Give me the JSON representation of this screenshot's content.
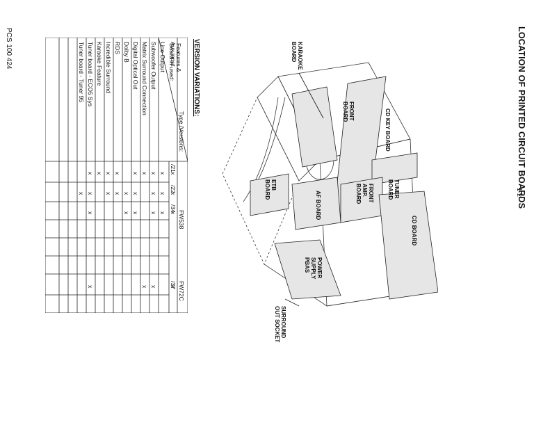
{
  "page": {
    "page_number": "1-2",
    "title": "LOCATION OF PRINTED CIRCUIT BOARDS",
    "footer_code": "PCS 100 424"
  },
  "diagram": {
    "callouts": {
      "karaoke": "KARAOKE\nBOARD",
      "surround": "SURROUND\nOUT SOCKET"
    },
    "boards": {
      "cd_key": "CD KEY BOARD",
      "front": "FRONT\nBOARD",
      "tuner": "TUNER\nBOARD",
      "front_amp": "FRONT\nAMP.\nBOARD",
      "af": "AF BOARD",
      "etb": "ETB\nBOARD",
      "cd": "CD BOARD",
      "power": "POWER\nSUPPLY\nPBAS"
    }
  },
  "versions": {
    "heading": "VERSION VARIATIONS:",
    "type_versions_label": "Type /Versions:",
    "features_label": "Features &\nBoard in used:",
    "groups": [
      "FW538",
      "FW72C"
    ],
    "columns": [
      "/21",
      "/22",
      "/34",
      "",
      "",
      "",
      "/37",
      ""
    ],
    "rows": [
      {
        "label": "Aux input",
        "marks": [
          "x",
          "x",
          "x",
          "",
          "",
          "",
          "x",
          ""
        ]
      },
      {
        "label": "Line Output",
        "marks": [
          "x",
          "x",
          "x",
          "",
          "",
          "",
          "",
          ""
        ]
      },
      {
        "label": "Subwoofer Output",
        "marks": [
          "x",
          "x",
          "x",
          "",
          "",
          "",
          "x",
          ""
        ]
      },
      {
        "label": "Matrix Surround Connection",
        "marks": [
          "x",
          "",
          "",
          "",
          "",
          "",
          "x",
          ""
        ]
      },
      {
        "label": "Digital Optical Out",
        "marks": [
          "x",
          "x",
          "x",
          "",
          "",
          "",
          "",
          ""
        ]
      },
      {
        "label": "Dolby B",
        "marks": [
          "",
          "x",
          "x",
          "",
          "",
          "",
          "",
          ""
        ]
      },
      {
        "label": "RDS",
        "marks": [
          "x",
          "x",
          "",
          "",
          "",
          "",
          "",
          ""
        ]
      },
      {
        "label": "Incredible Surround",
        "marks": [
          "x",
          "x",
          "",
          "",
          "",
          "",
          "",
          ""
        ]
      },
      {
        "label": "Karaoke Feature",
        "marks": [
          "x",
          "",
          "",
          "",
          "",
          "",
          "",
          ""
        ]
      },
      {
        "label": "Tuner board - ECO5 Sys",
        "marks": [
          "x",
          "x",
          "x",
          "",
          "",
          "",
          "x",
          ""
        ]
      },
      {
        "label": "Tuner board - Tuner 95",
        "marks": [
          "",
          "x",
          "",
          "",
          "",
          "",
          "",
          ""
        ]
      },
      {
        "label": "",
        "marks": [
          "",
          "",
          "",
          "",
          "",
          "",
          "",
          ""
        ]
      },
      {
        "label": "",
        "marks": [
          "",
          "",
          "",
          "",
          "",
          "",
          "",
          ""
        ]
      }
    ]
  }
}
